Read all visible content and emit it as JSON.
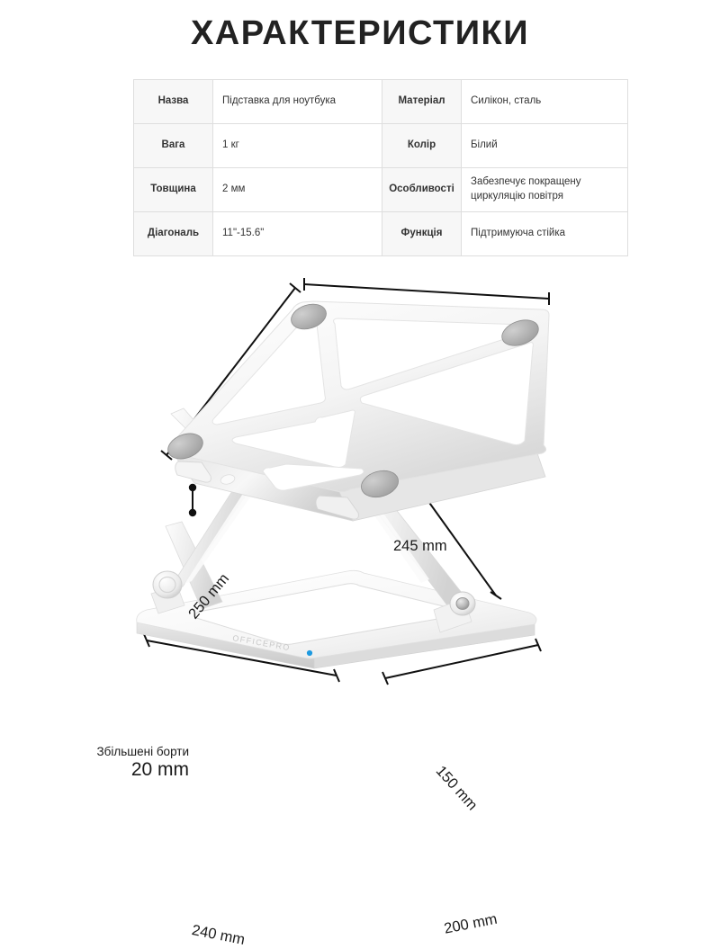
{
  "page": {
    "title": "ХАРАКТЕРИСТИКИ",
    "background_color": "#ffffff",
    "text_color": "#222222"
  },
  "spec_table": {
    "border_color": "#dedede",
    "key_cell_background": "#f7f7f7",
    "rows": [
      {
        "key1": "Назва",
        "value1": "Підставка для ноутбука",
        "key2": "Матеріал",
        "value2": "Силікон, сталь"
      },
      {
        "key1": "Вага",
        "value1": "1 кг",
        "key2": "Колір",
        "value2": "Білий"
      },
      {
        "key1": "Товщина",
        "value1": "2 мм",
        "key2": "Особливості",
        "value2": "Забезпечує покращену циркуляцію повітря"
      },
      {
        "key1": "Діагональ",
        "value1": "11\"-15.6\"",
        "key2": "Функція",
        "value2": "Підтримуюча стійка"
      }
    ]
  },
  "illustration": {
    "product": "laptop-stand",
    "brand_logo": "OFFICEPRO",
    "brand_dot_color": "#1e9ae0",
    "body_color": "#ffffff",
    "pad_color": "#b5b5b5",
    "dimension_line_color": "#111111",
    "dimensions": {
      "top_width": "245 mm",
      "top_depth": "250 mm",
      "leg_length": "150 mm",
      "base_width": "240 mm",
      "base_depth": "200 mm"
    },
    "rim_note": {
      "label": "Збільшені борти",
      "value": "20 mm"
    }
  }
}
